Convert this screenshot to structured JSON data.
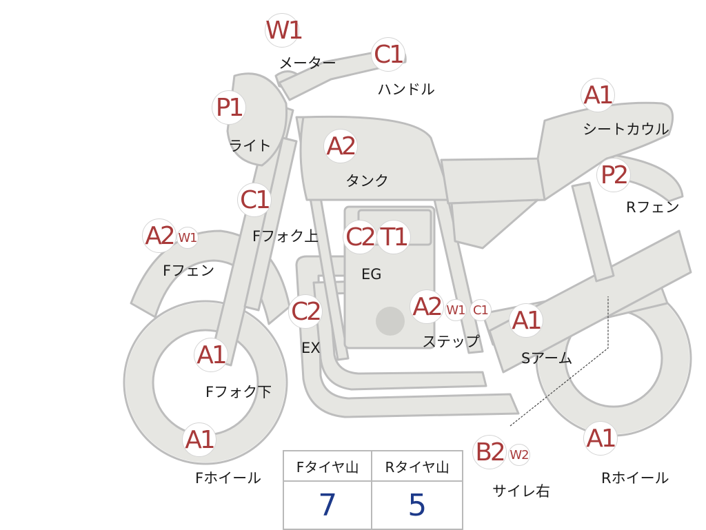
{
  "colors": {
    "body_fill": "#e6e6e2",
    "outline": "#bdbdbd",
    "badge_text": "#a83a3a",
    "value_text": "#1d3a8a"
  },
  "parts": [
    {
      "key": "meter",
      "label": "メーター",
      "codes": [
        "W1"
      ]
    },
    {
      "key": "handle",
      "label": "ハンドル",
      "codes": [
        "C1"
      ]
    },
    {
      "key": "light",
      "label": "ライト",
      "codes": [
        "P1"
      ]
    },
    {
      "key": "tank",
      "label": "タンク",
      "codes": [
        "A2"
      ]
    },
    {
      "key": "seat-cowl",
      "label": "シートカウル",
      "codes": [
        "A1"
      ]
    },
    {
      "key": "r-fender",
      "label": "Rフェン",
      "codes": [
        "P2"
      ]
    },
    {
      "key": "f-fork-upper",
      "label": "Fフォク上",
      "codes": [
        "C1"
      ]
    },
    {
      "key": "f-fender",
      "label": "Fフェン",
      "codes": [
        "A2",
        "W1"
      ]
    },
    {
      "key": "engine",
      "label": "EG",
      "codes": [
        "C2",
        "T1"
      ]
    },
    {
      "key": "exhaust",
      "label": "EX",
      "codes": [
        "C2"
      ]
    },
    {
      "key": "step",
      "label": "ステップ",
      "codes": [
        "A2",
        "W1",
        "C1"
      ]
    },
    {
      "key": "s-arm",
      "label": "Sアーム",
      "codes": [
        "A1"
      ]
    },
    {
      "key": "f-fork-lower",
      "label": "Fフォク下",
      "codes": [
        "A1"
      ]
    },
    {
      "key": "f-wheel",
      "label": "Fホイール",
      "codes": [
        "A1"
      ]
    },
    {
      "key": "silencer-right",
      "label": "サイレ右",
      "codes": [
        "B2",
        "W2"
      ]
    },
    {
      "key": "r-wheel",
      "label": "Rホイール",
      "codes": [
        "A1"
      ]
    }
  ],
  "tread": {
    "headers": [
      "Fタイヤ山",
      "Rタイヤ山"
    ],
    "values": [
      "7",
      "5"
    ]
  }
}
